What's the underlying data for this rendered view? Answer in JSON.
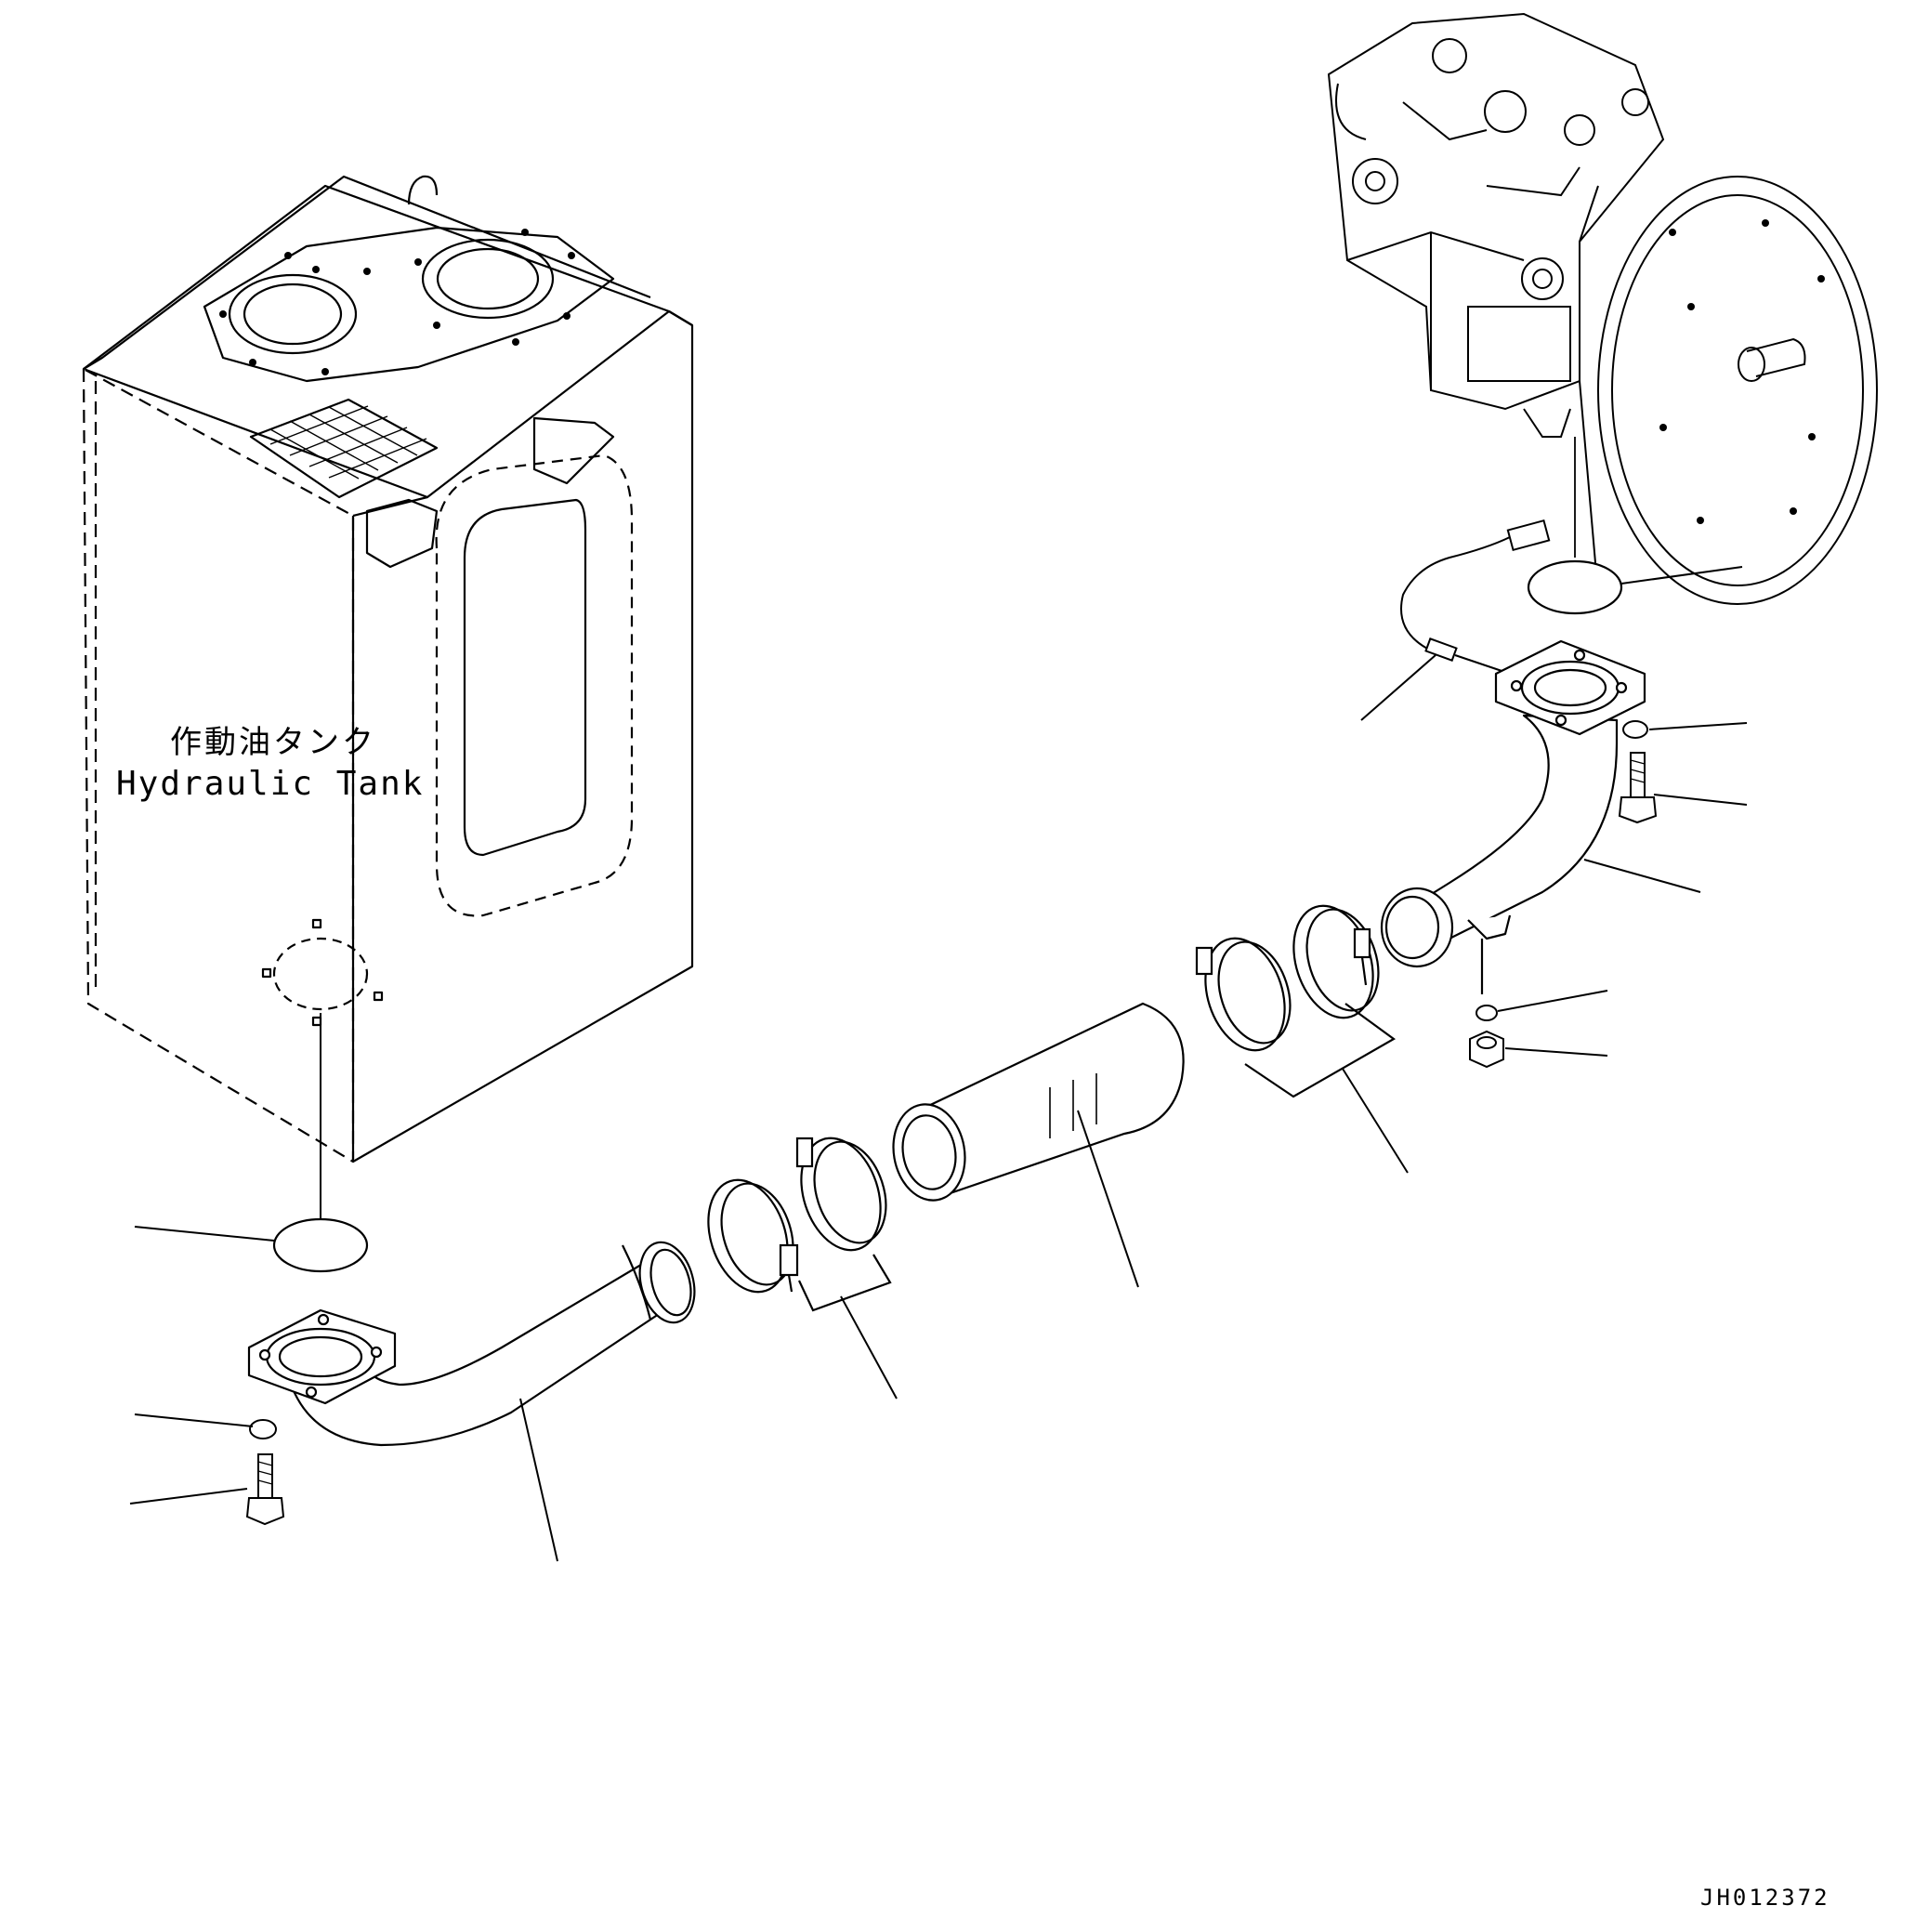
{
  "tank_label": {
    "japanese": "作動油タンク",
    "english": "Hydraulic Tank"
  },
  "drawing_number": "JH012372",
  "colors": {
    "line": "#000000",
    "background": "#ffffff"
  }
}
